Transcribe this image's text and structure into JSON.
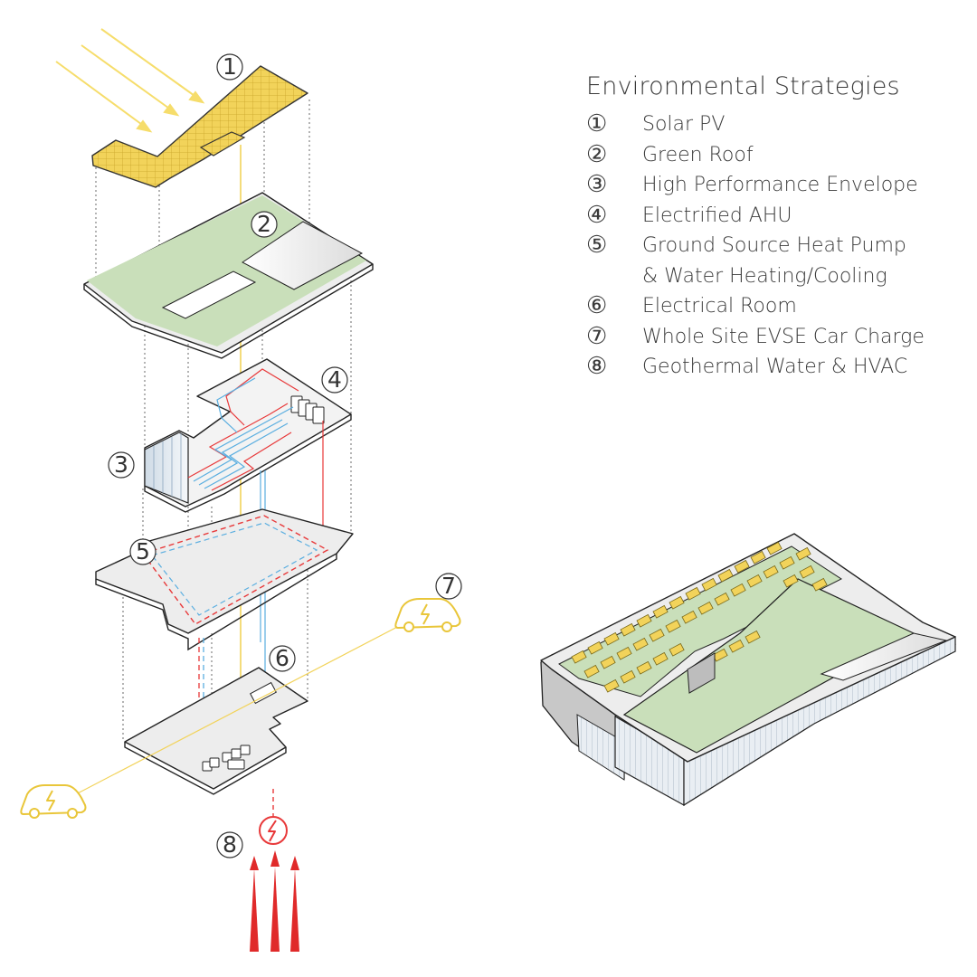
{
  "legend": {
    "title": "Environmental Strategies",
    "items": [
      {
        "num": "①",
        "label": "Solar PV"
      },
      {
        "num": "②",
        "label": "Green Roof"
      },
      {
        "num": "③",
        "label": "High Performance Envelope"
      },
      {
        "num": "④",
        "label": "Electrified AHU"
      },
      {
        "num": "⑤",
        "label": "Ground Source Heat Pump\n& Water Heating/Cooling"
      },
      {
        "num": "⑥",
        "label": "Electrical Room"
      },
      {
        "num": "⑦",
        "label": "Whole Site EVSE Car Charge"
      },
      {
        "num": "⑧",
        "label": "Geothermal Water & HVAC"
      }
    ]
  },
  "callouts": {
    "c1": "1",
    "c2": "2",
    "c3": "3",
    "c4": "4",
    "c5": "5",
    "c6": "6",
    "c7": "7",
    "c8": "8"
  },
  "colors": {
    "solar": "#f2d35a",
    "green_roof": "#c9dfba",
    "floor": "#ededed",
    "cold_line": "#5aaee0",
    "hot_line": "#e8393a",
    "sun_ray": "#f6dd6b",
    "power_line": "#f2d35a"
  },
  "icons": [
    "sun-ray-arrow",
    "car-charging-icon",
    "lightning-icon",
    "geothermal-arrow"
  ]
}
